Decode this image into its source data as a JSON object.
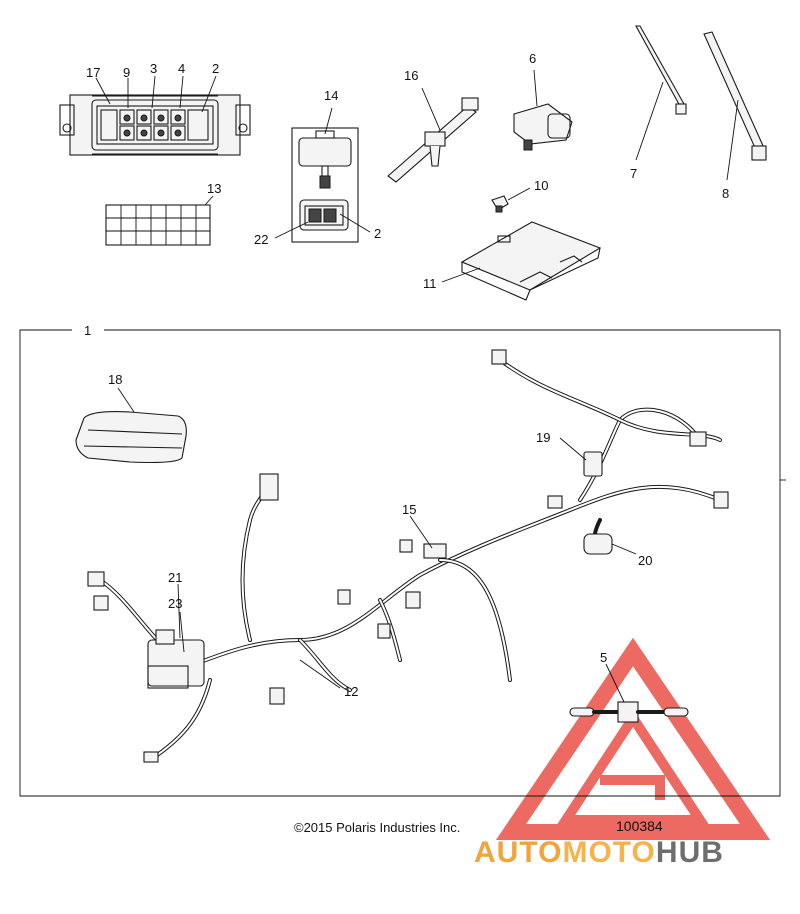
{
  "diagram": {
    "callouts": {
      "c1": "1",
      "c2a": "2",
      "c2b": "2",
      "c3": "3",
      "c4": "4",
      "c5": "5",
      "c6": "6",
      "c7": "7",
      "c8": "8",
      "c9": "9",
      "c10": "10",
      "c11": "11",
      "c12": "12",
      "c13": "13",
      "c14": "14",
      "c15": "15",
      "c16": "16",
      "c17": "17",
      "c18": "18",
      "c19": "19",
      "c20": "20",
      "c21": "21",
      "c22": "22",
      "c23": "23"
    },
    "copyright": "©2015 Polaris Industries Inc.",
    "drawing_number": "100384"
  },
  "watermark": {
    "part1": "AUTO",
    "part2": "MOTO",
    "part3": "HUB",
    "color_primary": "#e8463c",
    "color_orange": "#f0a43a",
    "color_gray": "#6e6e6e"
  }
}
